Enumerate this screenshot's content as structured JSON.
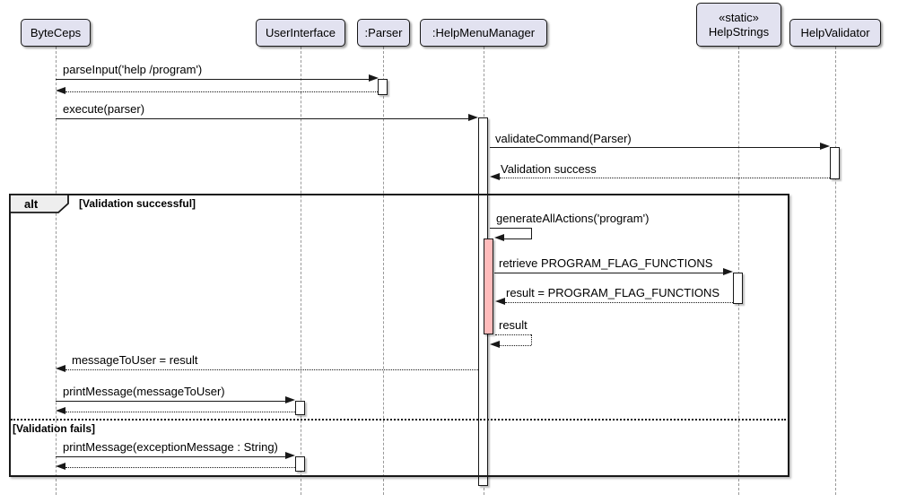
{
  "diagram": {
    "type": "uml-sequence-diagram",
    "participants": [
      {
        "label": "ByteCeps",
        "stereotype": ""
      },
      {
        "label": "UserInterface",
        "stereotype": ""
      },
      {
        "label": ":Parser",
        "stereotype": ""
      },
      {
        "label": ":HelpMenuManager",
        "stereotype": ""
      },
      {
        "label": "HelpStrings",
        "stereotype": "«static»"
      },
      {
        "label": "HelpValidator",
        "stereotype": ""
      }
    ],
    "messages": [
      {
        "text": "parseInput('help /program')",
        "from": "ByteCeps",
        "to": ":Parser",
        "style": "solid-call"
      },
      {
        "text": "",
        "from": ":Parser",
        "to": "ByteCeps",
        "style": "dashed-return"
      },
      {
        "text": "execute(parser)",
        "from": "ByteCeps",
        "to": ":HelpMenuManager",
        "style": "solid-call"
      },
      {
        "text": "validateCommand(Parser)",
        "from": ":HelpMenuManager",
        "to": "HelpValidator",
        "style": "solid-call"
      },
      {
        "text": "Validation success",
        "from": "HelpValidator",
        "to": ":HelpMenuManager",
        "style": "dashed-return"
      },
      {
        "text": "generateAllActions('program')",
        "from": ":HelpMenuManager",
        "to": ":HelpMenuManager",
        "style": "self-call"
      },
      {
        "text": "retrieve PROGRAM_FLAG_FUNCTIONS",
        "from": ":HelpMenuManager",
        "to": "HelpStrings",
        "style": "solid-call"
      },
      {
        "text": "result = PROGRAM_FLAG_FUNCTIONS",
        "from": "HelpStrings",
        "to": ":HelpMenuManager",
        "style": "dashed-return"
      },
      {
        "text": "result",
        "from": ":HelpMenuManager",
        "to": ":HelpMenuManager",
        "style": "self-return"
      },
      {
        "text": "messageToUser = result",
        "from": ":HelpMenuManager",
        "to": "ByteCeps",
        "style": "dashed-return"
      },
      {
        "text": "printMessage(messageToUser)",
        "from": "ByteCeps",
        "to": "UserInterface",
        "style": "solid-call"
      },
      {
        "text": "",
        "from": "UserInterface",
        "to": "ByteCeps",
        "style": "dashed-return"
      },
      {
        "text": "printMessage(exceptionMessage : String)",
        "from": "ByteCeps",
        "to": "UserInterface",
        "style": "solid-call"
      },
      {
        "text": "",
        "from": "UserInterface",
        "to": "ByteCeps",
        "style": "dashed-return"
      }
    ],
    "fragment": {
      "operator": "alt",
      "guards": [
        "[Validation successful]",
        "[Validation fails]"
      ]
    },
    "colors": {
      "background": "#FFFFFF",
      "participant_fill": "#E2E2F0",
      "border": "#181818",
      "activation_fill": "#FFFFFF",
      "activation_highlight_fill": "#FFBBBB",
      "fragment_tab_fill": "#EEEEEE",
      "lifeline": "#999999",
      "text": "#000000"
    }
  }
}
